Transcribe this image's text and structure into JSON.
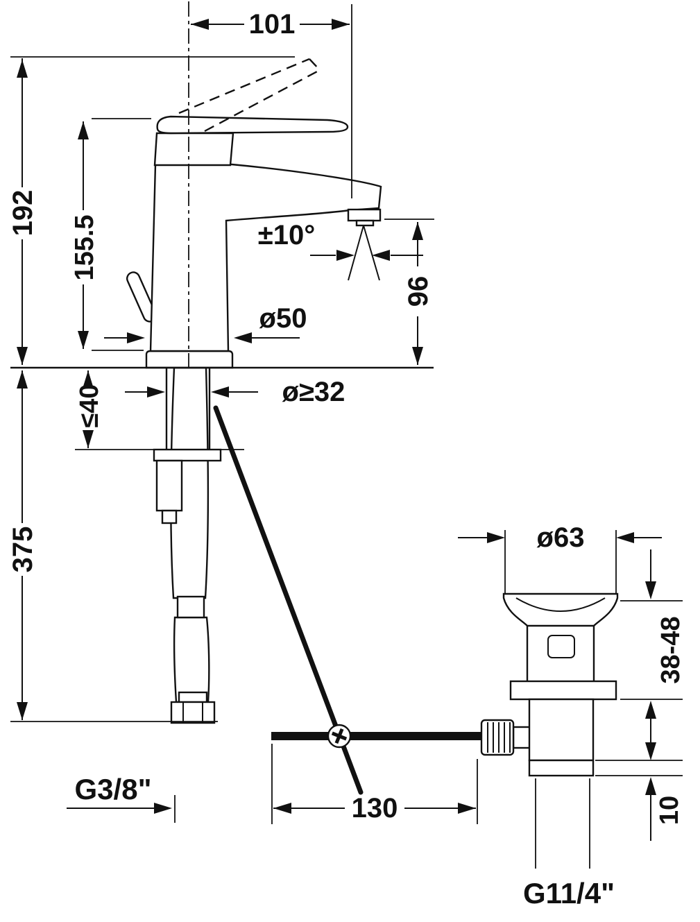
{
  "drawing": {
    "kind": "technical-dimension-drawing",
    "subject": "single-lever-basin-mixer-with-pop-up-waste",
    "units": "mm",
    "dimensions": {
      "spout_reach": "101",
      "overall_height": "192",
      "body_height": "155.5",
      "spout_swivel_angle": "±10°",
      "spout_outlet_height": "96",
      "base_diameter": "ø50",
      "max_deck_thickness": "≤40",
      "tap_hole_diameter": "ø≥32",
      "hose_length": "375",
      "waste_flange_diameter": "ø63",
      "clamping_range": "38-48",
      "supply_connection_thread": "G3/8\"",
      "rod_horizontal_offset": "130",
      "gasket_height": "10",
      "waste_connection_thread": "G11/4\""
    }
  }
}
